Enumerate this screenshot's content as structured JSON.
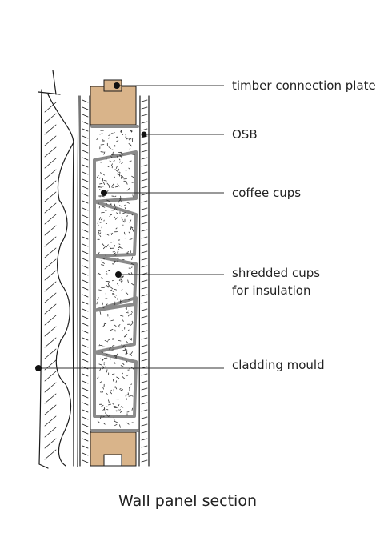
{
  "labels": [
    {
      "id": "timber",
      "text": "timber connection plate"
    },
    {
      "id": "osb",
      "text": "OSB"
    },
    {
      "id": "cups",
      "text": "coffee cups"
    },
    {
      "id": "shredded",
      "lines": [
        "shredded cups",
        "for insulation"
      ]
    },
    {
      "id": "cladding",
      "text": "cladding mould"
    }
  ],
  "caption": "Wall panel section",
  "colors": {
    "timber": "#d9b48a",
    "ink": "#1a1a1a",
    "divider": "#8a8a8a"
  }
}
